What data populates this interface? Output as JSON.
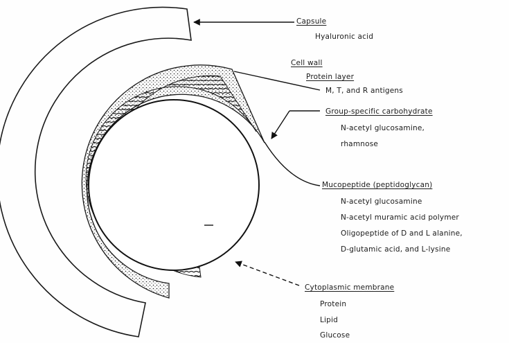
{
  "labels": {
    "capsule": {
      "heading": "Capsule",
      "items": [
        "Hyaluronic acid"
      ]
    },
    "cell_wall": {
      "heading": "Cell wall",
      "sub": "Protein layer",
      "items": [
        "M, T, and R antigens"
      ]
    },
    "carbohydrate": {
      "heading": "Group-specific carbohydrate",
      "items": [
        "N-acetyl glucosamine,",
        "rhamnose"
      ]
    },
    "mucopeptide": {
      "heading": "Mucopeptide (peptidoglycan)",
      "items": [
        "N-acetyl glucosamine",
        "N-acetyl muramic acid polymer",
        "Oligopeptide of D and L alanine,",
        "D-glutamic acid, and L-lysine"
      ]
    },
    "membrane": {
      "heading": "Cytoplasmic membrane",
      "items": [
        "Protein",
        "Lipid",
        "Glucose"
      ]
    }
  }
}
